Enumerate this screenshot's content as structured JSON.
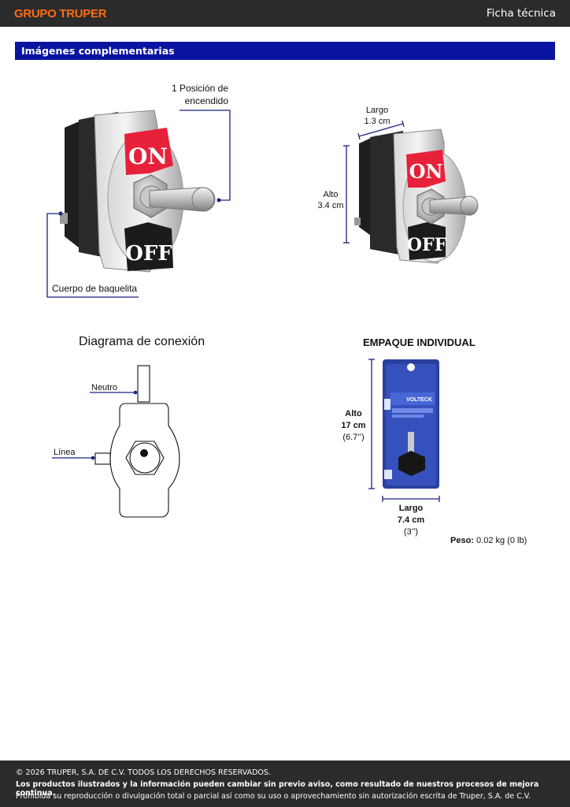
{
  "header": {
    "brand": "GRUPO TRUPER",
    "doc_type": "Ficha técnica"
  },
  "section": {
    "title": "Imágenes complementarias"
  },
  "switch_main": {
    "on_label": "ON",
    "off_label": "OFF",
    "callout_position_line1": "1 Posición de",
    "callout_position_line2": "encendido",
    "callout_body": "Cuerpo de baquelita"
  },
  "switch_dims": {
    "on_label": "ON",
    "off_label": "OFF",
    "length_label": "Largo",
    "length_value": "1.3 cm",
    "height_label": "Alto",
    "height_value": "3.4 cm"
  },
  "diagram": {
    "title": "Diagrama de conexión",
    "neutral_label": "Neutro",
    "line_label": "Línea"
  },
  "package": {
    "title": "EMPAQUE INDIVIDUAL",
    "brand_on_pack": "VOLTECK",
    "height_label": "Alto",
    "height_cm": "17 cm",
    "height_in": "(6.7’’)",
    "length_label": "Largo",
    "length_cm": "7.4 cm",
    "length_in": "(3’’)",
    "weight_label": "Peso:",
    "weight_value": "0.02 kg (0 lb)"
  },
  "footer": {
    "copyright": "© 2026 TRUPER, S.A. DE C.V. TODOS LOS DERECHOS RESERVADOS.",
    "notice": "Los productos ilustrados y la información pueden cambiar sin previo aviso, como resultado de nuestros procesos de mejora continua.",
    "prohibition": "Prohibida su reproducción o divulgación total o parcial así como su uso o aprovechamiento sin autorización escrita de Truper, S.A. de C.V."
  },
  "colors": {
    "brand_orange": "#ff6a13",
    "section_blue": "#0a14a0",
    "callout_navy": "#1a237e",
    "on_red": "#e8213a",
    "dark_bar": "#2b2b2b"
  }
}
